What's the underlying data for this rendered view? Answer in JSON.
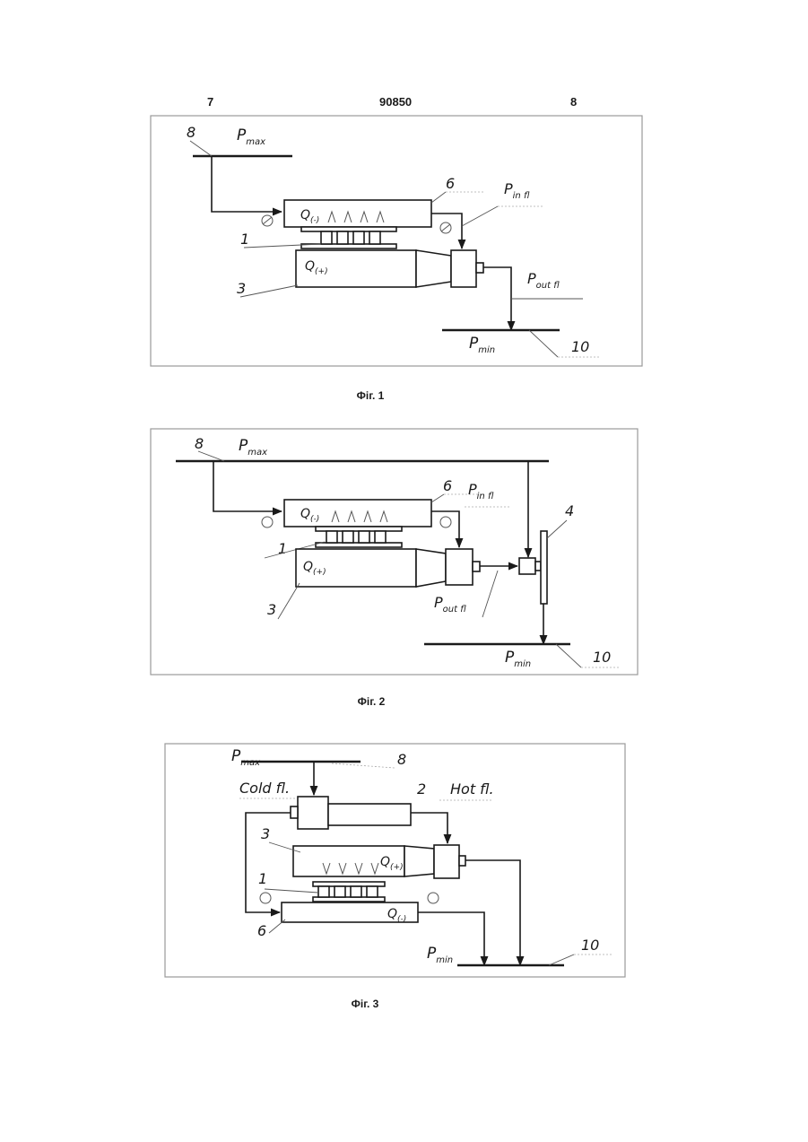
{
  "header": {
    "page_left": "7",
    "doc_number": "90850",
    "page_right": "8"
  },
  "figures": [
    {
      "caption": "Фіг. 1",
      "labels": {
        "n8": "8",
        "pmax": "P",
        "pmax_sub": "max",
        "n6": "6",
        "pin": "P",
        "pin_sub": "in fl",
        "q_minus": "Q",
        "q_minus_sub": "(-)",
        "n1": "1",
        "q_plus": "Q",
        "q_plus_sub": "(+)",
        "n3": "3",
        "pout": "P",
        "pout_sub": "out fl",
        "pmin": "P",
        "pmin_sub": "min",
        "n10": "10"
      }
    },
    {
      "caption": "Фіг. 2",
      "labels": {
        "n8": "8",
        "pmax": "P",
        "pmax_sub": "max",
        "n6": "6",
        "pin": "P",
        "pin_sub": "in fl",
        "q_minus": "Q",
        "q_minus_sub": "(-)",
        "n1": "1",
        "q_plus": "Q",
        "q_plus_sub": "(+)",
        "n3": "3",
        "pout": "P",
        "pout_sub": "out fl",
        "n4": "4",
        "pmin": "P",
        "pmin_sub": "min",
        "n10": "10"
      }
    },
    {
      "caption": "Фіг. 3",
      "labels": {
        "pmax": "P",
        "pmax_sub": "max",
        "n8": "8",
        "cold": "Cold fl.",
        "n2": "2",
        "hot": "Hot fl.",
        "n3": "3",
        "q_plus": "Q",
        "q_plus_sub": "(+)",
        "n1": "1",
        "n6": "6",
        "q_minus": "Q",
        "q_minus_sub": "(-)",
        "pmin": "P",
        "pmin_sub": "min",
        "n10": "10"
      }
    }
  ]
}
